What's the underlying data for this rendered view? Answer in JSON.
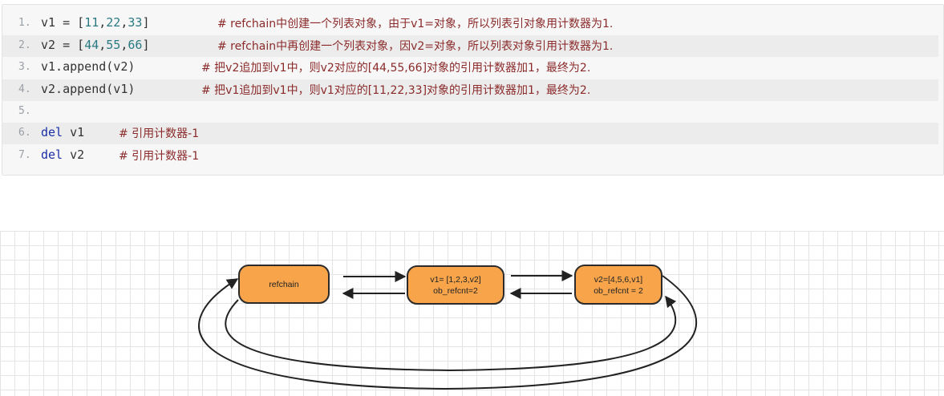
{
  "code": {
    "lines": [
      {
        "n": "1.",
        "a": "v1 = [",
        "b": "11",
        "c": ",",
        "d": "22",
        "e": ",",
        "f": "33",
        "g": "]",
        "comment": "# refchain中创建一个列表对象，由于v1=对象，所以列表引对象用计数器为1."
      },
      {
        "n": "2.",
        "a": "v2 = [",
        "b": "44",
        "c": ",",
        "d": "55",
        "e": ",",
        "f": "66",
        "g": "]",
        "comment": "# refchain中再创建一个列表对象，因v2=对象，所以列表对象引用计数器为1."
      },
      {
        "n": "3.",
        "text": "v1.append(v2)",
        "comment": "# 把v2追加到v1中，则v2对应的[44,55,66]对象的引用计数器加1，最终为2."
      },
      {
        "n": "4.",
        "text": "v2.append(v1)",
        "comment": "# 把v1追加到v1中，则v1对应的[11,22,33]对象的引用计数器加1，最终为2."
      },
      {
        "n": "5.",
        "text": "",
        "comment": ""
      },
      {
        "n": "6.",
        "kw": "del",
        "var": " v1",
        "comment": "# 引用计数器-1"
      },
      {
        "n": "7.",
        "kw": "del",
        "var": " v2",
        "comment": "# 引用计数器-1"
      }
    ]
  },
  "diagram": {
    "nodes": {
      "refchain": {
        "label": "refchain"
      },
      "v1": {
        "line1": "v1= [1,2,3,v2]",
        "line2": "ob_refcnt=2"
      },
      "v2": {
        "line1": "v2=[4,5,6,v1]",
        "line2": "ob_refcnt = 2"
      }
    },
    "colors": {
      "node_fill": "#f7a44a",
      "node_stroke": "#2b2b2b",
      "edge": "#222222"
    }
  }
}
